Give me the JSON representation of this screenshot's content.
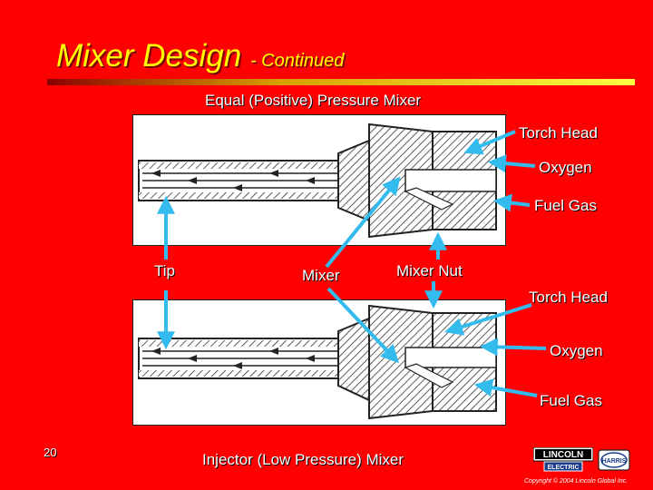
{
  "slide": {
    "title": "Mixer Design",
    "subtitle": "- Continued",
    "number": "20",
    "copyright": "Copyright © 2004 Lincoln Global Inc."
  },
  "top_diagram": {
    "caption": "Equal (Positive) Pressure Mixer",
    "labels": {
      "torch_head": "Torch Head",
      "oxygen": "Oxygen",
      "fuel_gas": "Fuel Gas"
    }
  },
  "middle_labels": {
    "tip": "Tip",
    "mixer": "Mixer",
    "mixer_nut": "Mixer Nut"
  },
  "bottom_diagram": {
    "caption": "Injector (Low Pressure) Mixer",
    "labels": {
      "torch_head": "Torch Head",
      "oxygen": "Oxygen",
      "fuel_gas": "Fuel Gas"
    }
  },
  "logos": {
    "lincoln_line1": "LINCOLN",
    "lincoln_line2": "ELECTRIC",
    "harris": "HARRIS"
  },
  "colors": {
    "background": "#ff0000",
    "title": "#ffff00",
    "arrow": "#33bbee"
  }
}
